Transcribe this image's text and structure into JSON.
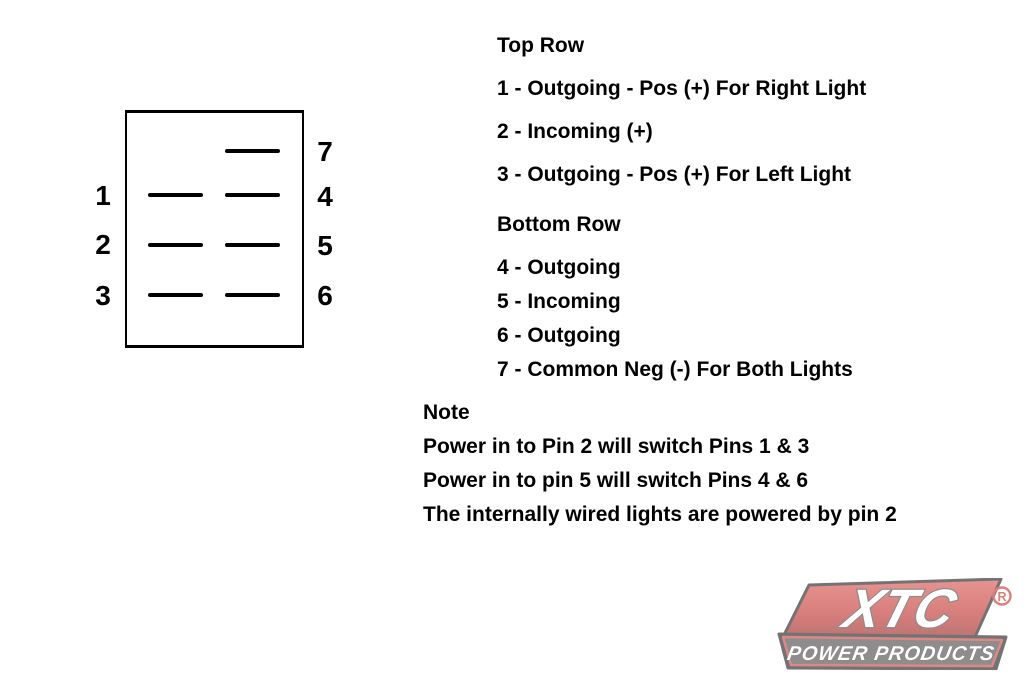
{
  "diagram": {
    "left_pin_labels": [
      "1",
      "2",
      "3"
    ],
    "right_pin_labels": [
      "7",
      "4",
      "5",
      "6"
    ]
  },
  "top_row": {
    "heading": "Top Row",
    "items": [
      "1 - Outgoing - Pos (+) For Right Light",
      "2 - Incoming (+)",
      "3 - Outgoing - Pos (+) For Left Light"
    ]
  },
  "bottom_row": {
    "heading": "Bottom Row",
    "items": [
      "4 - Outgoing",
      "5 - Incoming",
      "6 - Outgoing",
      "7 - Common Neg (-) For Both Lights"
    ]
  },
  "note": {
    "heading": "Note",
    "lines": [
      "Power in to Pin 2 will switch Pins 1 & 3",
      "Power in to pin 5 will switch Pins 4 & 6",
      "The internally wired lights are powered by pin 2"
    ]
  },
  "logo": {
    "brand": "XTC",
    "registered_mark": "R",
    "tagline": "POWER PRODUCTS",
    "colors": {
      "red": "#c8403c",
      "dark_banner": "#4a4646",
      "outline": "#1f1f1f",
      "white": "#ffffff"
    }
  }
}
